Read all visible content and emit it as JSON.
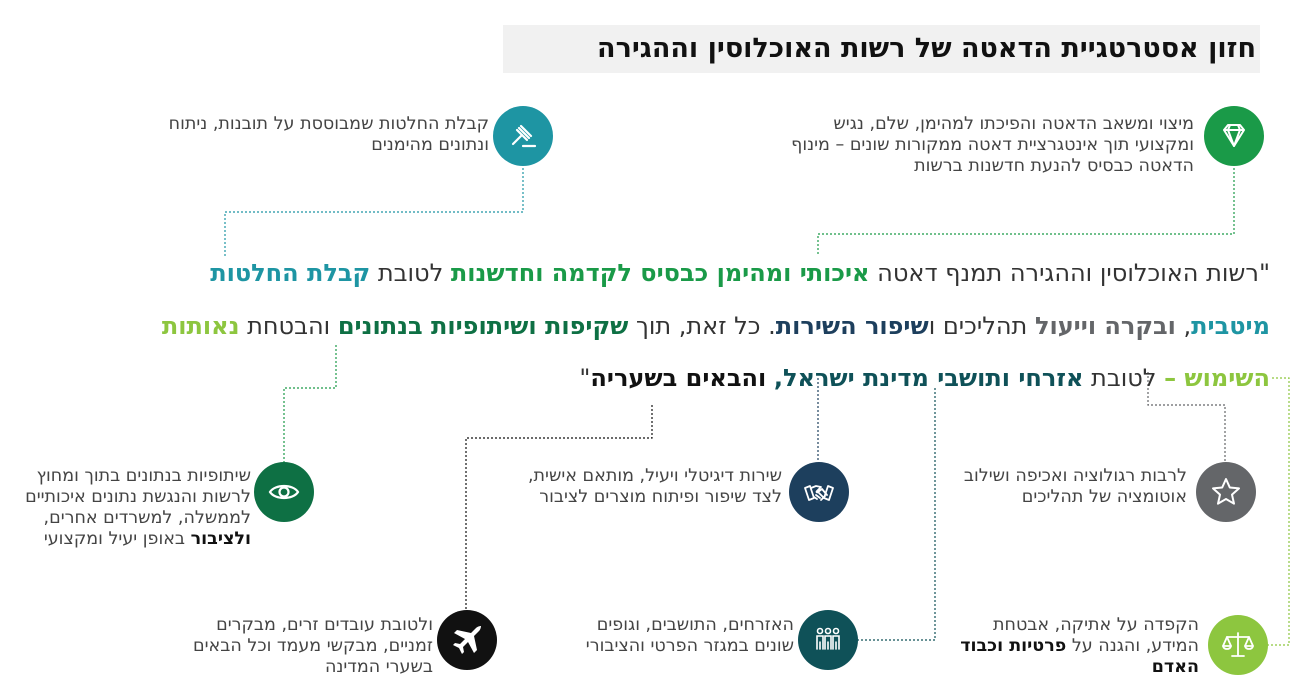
{
  "title": "חזון אסטרטגיית הדאטה של רשות האוכלוסין וההגירה",
  "colors": {
    "teal": "#1e95a3",
    "green": "#1a9a48",
    "navy": "#1d3f5d",
    "lime": "#8dc63f",
    "grey": "#646669",
    "darkgreen": "#0e7044",
    "black": "#111111",
    "darkteal": "#0f5158"
  },
  "mission": {
    "line1": [
      {
        "text": "\"רשות האוכלוסין וההגירה תמנף דאטה ",
        "style": "plain"
      },
      {
        "text": "איכותי ומהימן כבסיס לקדמה וחדשנות",
        "style": "green"
      },
      {
        "text": " לטובת ",
        "style": "plain"
      },
      {
        "text": "קבלת החלטות",
        "style": "teal"
      }
    ],
    "line2": [
      {
        "text": "מיטבית",
        "style": "teal"
      },
      {
        "text": ", ",
        "style": "plain"
      },
      {
        "text": "ובקרה וייעול",
        "style": "grey"
      },
      {
        "text": " תהליכים ו",
        "style": "plain"
      },
      {
        "text": "שיפור השירות",
        "style": "navy"
      },
      {
        "text": ". כל זאת, תוך ",
        "style": "plain"
      },
      {
        "text": "שקיפות ושיתופיות בנתונים",
        "style": "darkgreen"
      },
      {
        "text": " והבטחת ",
        "style": "plain"
      },
      {
        "text": "נאותות",
        "style": "lime"
      }
    ],
    "line3": [
      {
        "text": "השימוש –",
        "style": "lime"
      },
      {
        "text": " לטובת ",
        "style": "plain"
      },
      {
        "text": "אזרחי ותושבי מדינת ישראל,",
        "style": "darkteal"
      },
      {
        "text": " ",
        "style": "plain"
      },
      {
        "text": "והבאים בשעריה",
        "style": "black"
      },
      {
        "text": "\"",
        "style": "plain"
      }
    ]
  },
  "items": {
    "diamond": {
      "icon": "diamond-icon",
      "lines": [
        "מיצוי ומשאב הדאטה והפיכתו למהימן, שלם, נגיש",
        "ומקצועי תוך אינטגרציית דאטה ממקורות שונים – מינוף",
        "הדאטה כבסיס להנעת חדשנות ברשות"
      ]
    },
    "gavel": {
      "icon": "gavel-icon",
      "lines": [
        "קבלת החלטות שמבוססת על תובנות, ניתוח",
        "ונתונים מהימנים"
      ]
    },
    "star": {
      "icon": "star-icon",
      "lines": [
        "לרבות רגולוציה ואכיפה ושילוב",
        "אוטומציה של תהליכים"
      ]
    },
    "handshake": {
      "icon": "handshake-icon",
      "lines": [
        "שירות דיגיטלי ויעיל, מותאם אישית,",
        "לצד שיפור ופיתוח מוצרים לציבור"
      ]
    },
    "eye": {
      "icon": "eye-icon",
      "lines": [
        "שיתופיות בנתונים בתוך ומחוץ",
        "לרשות והנגשת נתונים איכותיים",
        "לממשלה, למשרדים אחרים,"
      ],
      "last_bold": "ולציבור",
      "last_rest": " באופן יעיל ומקצועי"
    },
    "scales": {
      "icon": "scales-icon",
      "lines": [
        "הקפדה על אתיקה, אבטחת"
      ],
      "line2_plain": "המידע, והגנה על ",
      "line2_bold": "פרטיות וכבוד",
      "line3_bold": "האדם"
    },
    "people": {
      "icon": "people-icon",
      "lines": [
        "האזרחים, התושבים, וגופים",
        "שונים במגזר הפרטי והציבורי"
      ]
    },
    "plane": {
      "icon": "plane-icon",
      "lines": [
        "ולטובת עובדים זרים, מבקרים",
        "זמניים, מבקשי מעמד וכל הבאים",
        "בשערי המדינה"
      ]
    }
  }
}
